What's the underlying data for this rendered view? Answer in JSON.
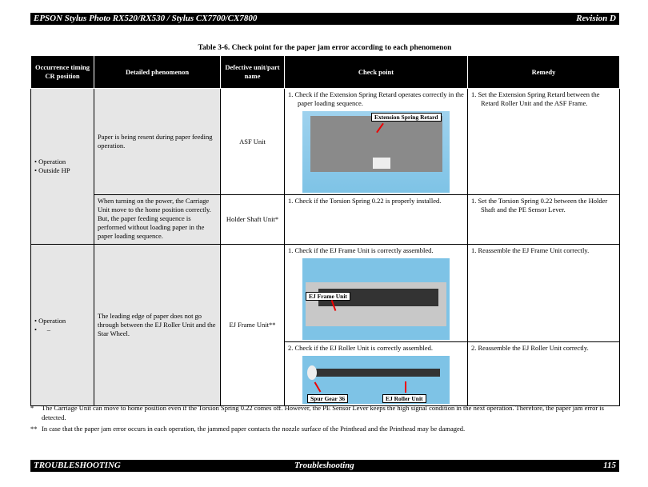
{
  "header": {
    "title": "EPSON Stylus Photo RX520/RX530 / Stylus CX7700/CX7800",
    "revision": "Revision D"
  },
  "caption": "Table 3-6.  Check point for the paper jam error according to each phenomenon",
  "columns": [
    "Occurrence timing CR position",
    "Detailed phenomenon",
    "Defective unit/part name",
    "Check point",
    "Remedy"
  ],
  "rows": [
    {
      "timing": [
        "Operation",
        "Outside HP"
      ],
      "sub": [
        {
          "phenomenon": "Paper is being resent during paper feeding operation.",
          "unit": "ASF Unit",
          "check": "1.  Check if the Extension Spring Retard operates correctly in the paper loading sequence.",
          "photo_labels": [
            "Extension Spring Retard"
          ],
          "remedy": "1.  Set the Extension Spring Retard between the Retard Roller Unit and the ASF Frame."
        },
        {
          "phenomenon": "When turning on the power, the Carriage Unit move to the home position correctly. But, the paper feeding sequence is performed without loading paper in the paper loading sequence.",
          "unit": "Holder Shaft Unit*",
          "check": "1.  Check if the Torsion Spring 0.22 is properly installed.",
          "remedy": "1.  Set the Torsion Spring 0.22 between the Holder Shaft and the PE Sensor Lever."
        }
      ]
    },
    {
      "timing": [
        "Operation",
        "–"
      ],
      "phenomenon": "The leading edge of paper does not go through between the EJ Roller Unit and the Star Wheel.",
      "unit": "EJ Frame Unit**",
      "checks": [
        {
          "check": "1.  Check if the EJ Frame Unit is correctly assembled.",
          "photo_labels": [
            "EJ Frame Unit"
          ],
          "remedy": "1.  Reassemble the EJ Frame Unit correctly."
        },
        {
          "check": "2.  Check if the EJ Roller Unit is correctly assembled.",
          "photo_labels": [
            "Spur Gear 36",
            "EJ Roller Unit"
          ],
          "remedy": "2.  Reassemble the EJ Roller Unit correctly."
        }
      ]
    }
  ],
  "notes": [
    {
      "mark": "*",
      "text": "The Carriage Unit can move to home position even if the Torsion Spring 0.22 comes off. However, the PE Sensor Lever keeps the high signal condition in the next operation. Therefore, the paper jam error is detected."
    },
    {
      "mark": "**",
      "text": "In case that the paper jam error occurs in each operation, the jammed paper contacts the nozzle surface of the Printhead and the Printhead may be damaged."
    }
  ],
  "footer": {
    "left": "TROUBLESHOOTING",
    "center": "Troubleshooting",
    "page": "115"
  }
}
